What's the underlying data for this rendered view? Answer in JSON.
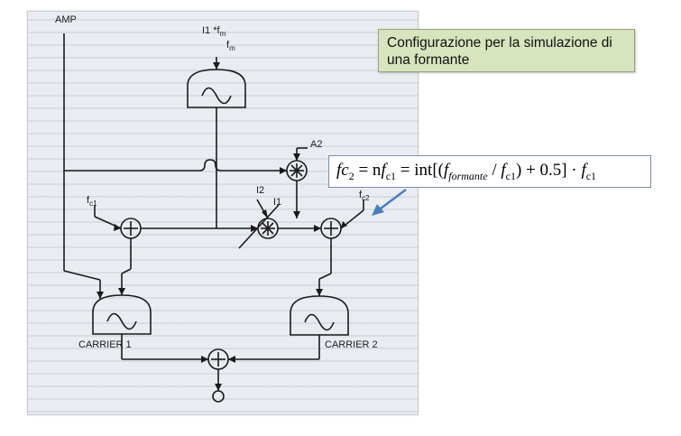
{
  "diagram": {
    "labels": {
      "amp": "AMP",
      "top_freq": "I1 *f",
      "top_freq_sub": "m",
      "fm": "f",
      "fm_sub": "m",
      "a2": "A2",
      "i2": "I2",
      "i1": "I1",
      "fc1": "f",
      "fc1_sub": "c1",
      "fc2": "f",
      "fc2_sub": "c2",
      "carrier1": "CARRIER 1",
      "carrier2": "CARRIER 2"
    }
  },
  "note": {
    "text": "Configurazione per la simulazione di una formante"
  },
  "formula": {
    "lhs": "fc",
    "lhs_sub": "2",
    "eq1": " = n",
    "nfc": "f",
    "nfc_sub": "c1",
    "eq2": " = int[(",
    "f_formante": "f",
    "f_formante_sub": "formante",
    "div": " / ",
    "fc1b": "f",
    "fc1b_sub": "c1",
    "tail": ") + 0.5] · ",
    "fc1c": "f",
    "fc1c_sub": "c1"
  },
  "colors": {
    "note_bg": "#d7e4bd",
    "arrow": "#4a7ebb",
    "ink": "#1a1a1a"
  }
}
